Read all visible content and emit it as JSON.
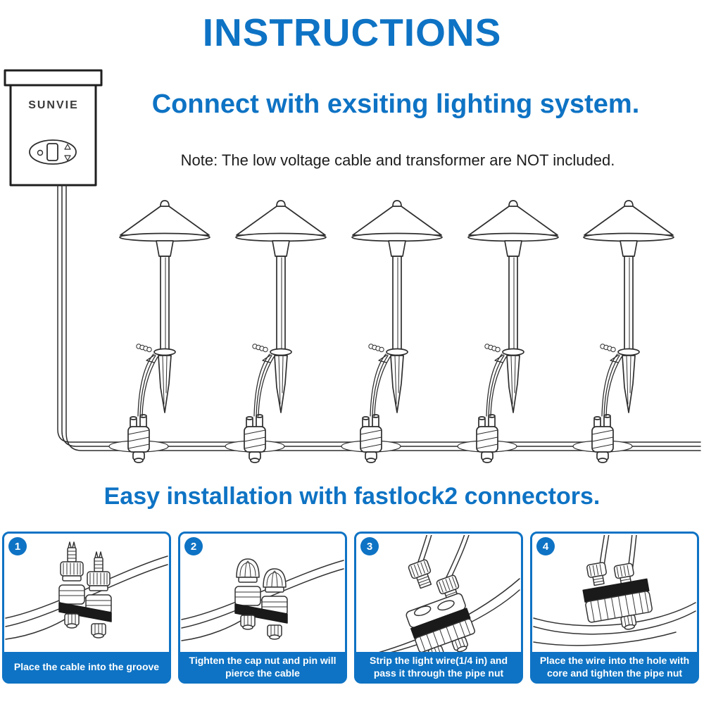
{
  "colors": {
    "accent_blue": "#0e73c4",
    "line_ink": "#2e2e2e",
    "band_black": "#1a1a1a"
  },
  "header": {
    "title": "INSTRUCTIONS",
    "subtitle": "Connect with exsiting lighting system.",
    "note": "Note: The low voltage cable and transformer are NOT included."
  },
  "transformer": {
    "brand": "SUNVIE"
  },
  "diagram": {
    "light_count": 5
  },
  "section2": {
    "title": "Easy installation with fastlock2 connectors."
  },
  "steps": [
    {
      "number": "1",
      "caption": "Place the cable into the groove"
    },
    {
      "number": "2",
      "caption": "Tighten the cap nut and pin will pierce the cable"
    },
    {
      "number": "3",
      "caption": "Strip the light wire(1/4 in) and pass it through the pipe nut"
    },
    {
      "number": "4",
      "caption": "Place the wire into the hole with core and tighten the pipe nut"
    }
  ]
}
